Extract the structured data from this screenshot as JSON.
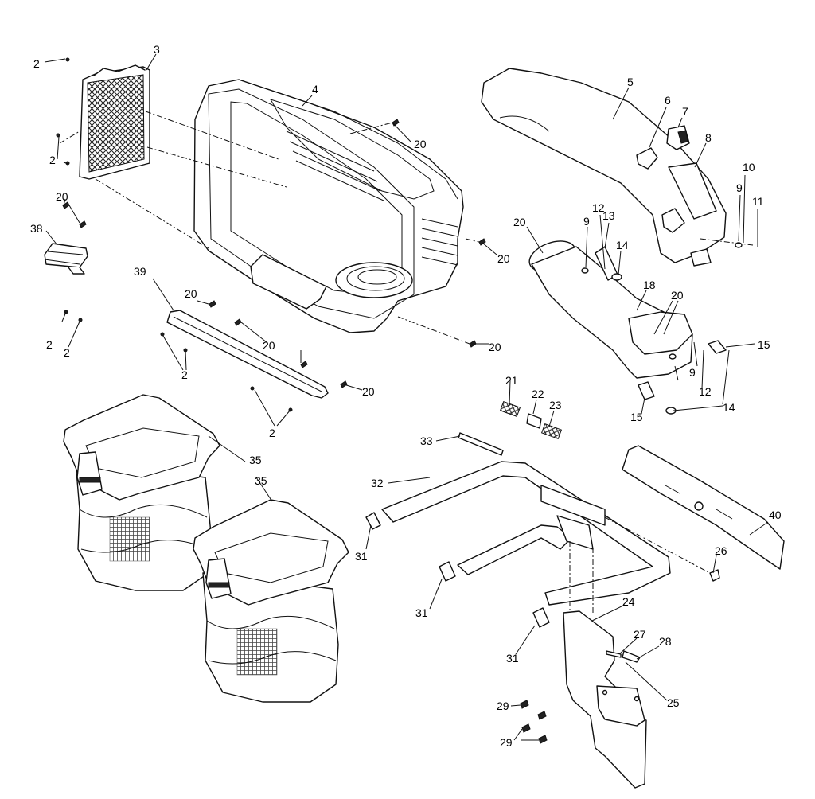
{
  "callouts": {
    "c2a": "2",
    "c2b": "2",
    "c2c": "2",
    "c2d": "2",
    "c2e": "2",
    "c2f": "2",
    "c3": "3",
    "c4": "4",
    "c5": "5",
    "c6": "6",
    "c7": "7",
    "c8": "8",
    "c9a": "9",
    "c9b": "9",
    "c9c": "9",
    "c10": "10",
    "c11": "11",
    "c12a": "12",
    "c12b": "12",
    "c13": "13",
    "c14a": "14",
    "c14b": "14",
    "c15a": "15",
    "c15b": "15",
    "c18": "18",
    "c20a": "20",
    "c20b": "20",
    "c20c": "20",
    "c20d": "20",
    "c20e": "20",
    "c20f": "20",
    "c20g": "20",
    "c20h": "20",
    "c20i": "20",
    "c21": "21",
    "c22": "22",
    "c23": "23",
    "c24": "24",
    "c25": "25",
    "c26": "26",
    "c27": "27",
    "c28": "28",
    "c29a": "29",
    "c29b": "29",
    "c31a": "31",
    "c31b": "31",
    "c31c": "31",
    "c32": "32",
    "c33": "33",
    "c35": "35",
    "c38": "38",
    "c39": "39",
    "c40": "40"
  }
}
